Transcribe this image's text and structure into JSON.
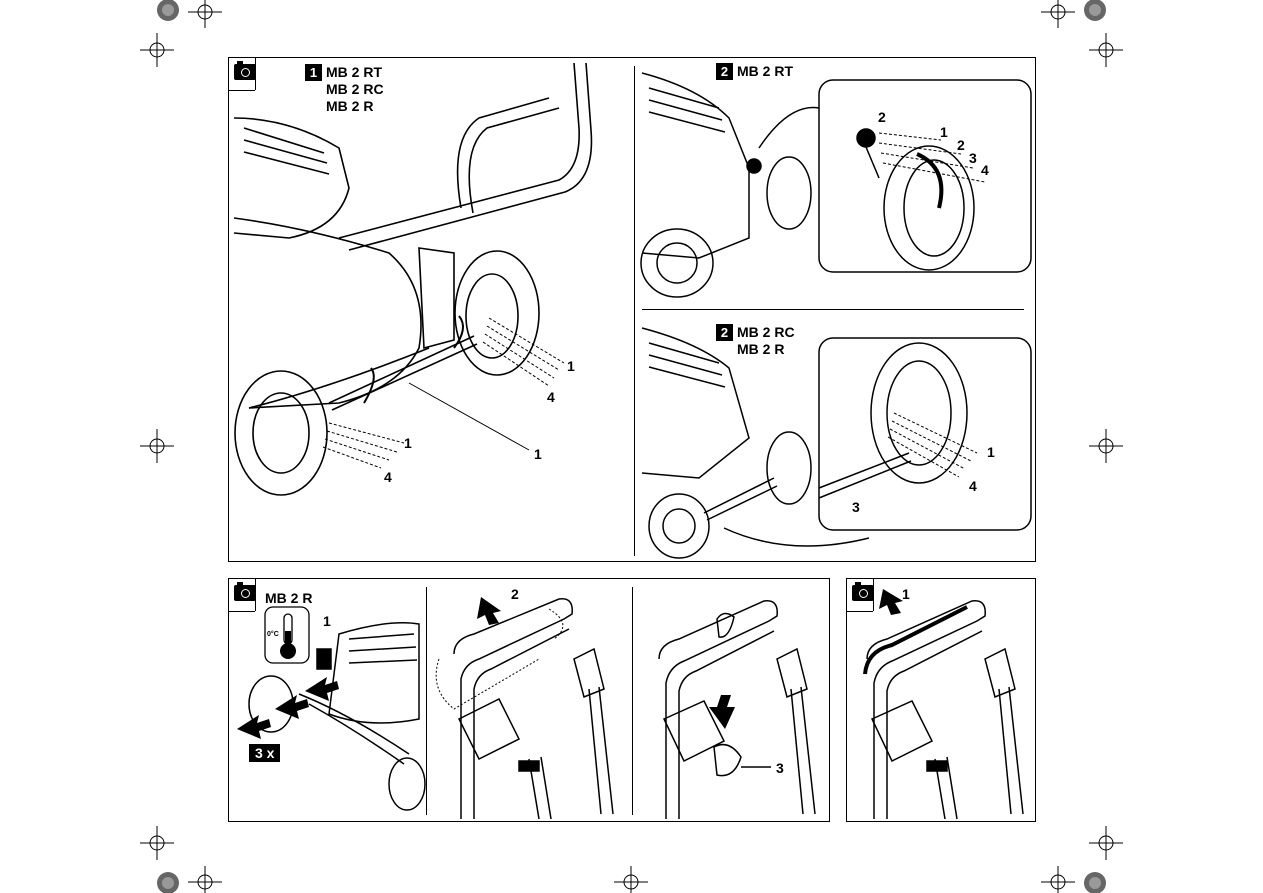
{
  "panel_top": {
    "step_left": "1",
    "models_left": [
      "MB 2 RT",
      "MB 2 RC",
      "MB 2 R"
    ],
    "callouts_left": [
      "1",
      "4",
      "1",
      "4",
      "1"
    ],
    "step_right_top": "2",
    "model_right_top": "MB 2 RT",
    "callouts_right_top": [
      "2",
      "1",
      "2",
      "3",
      "4"
    ],
    "step_right_bottom": "2",
    "models_right_bottom": [
      "MB 2 RC",
      "MB 2 R"
    ],
    "callouts_right_bottom": [
      "1",
      "4",
      "3"
    ]
  },
  "panel_bottom_left": {
    "model": "MB 2 R",
    "thermometer_label": "0°C",
    "callout_1": "1",
    "repeat_badge": "3 x",
    "callout_2": "2",
    "callout_3": "3"
  },
  "panel_bottom_right": {
    "callout_1": "1"
  }
}
